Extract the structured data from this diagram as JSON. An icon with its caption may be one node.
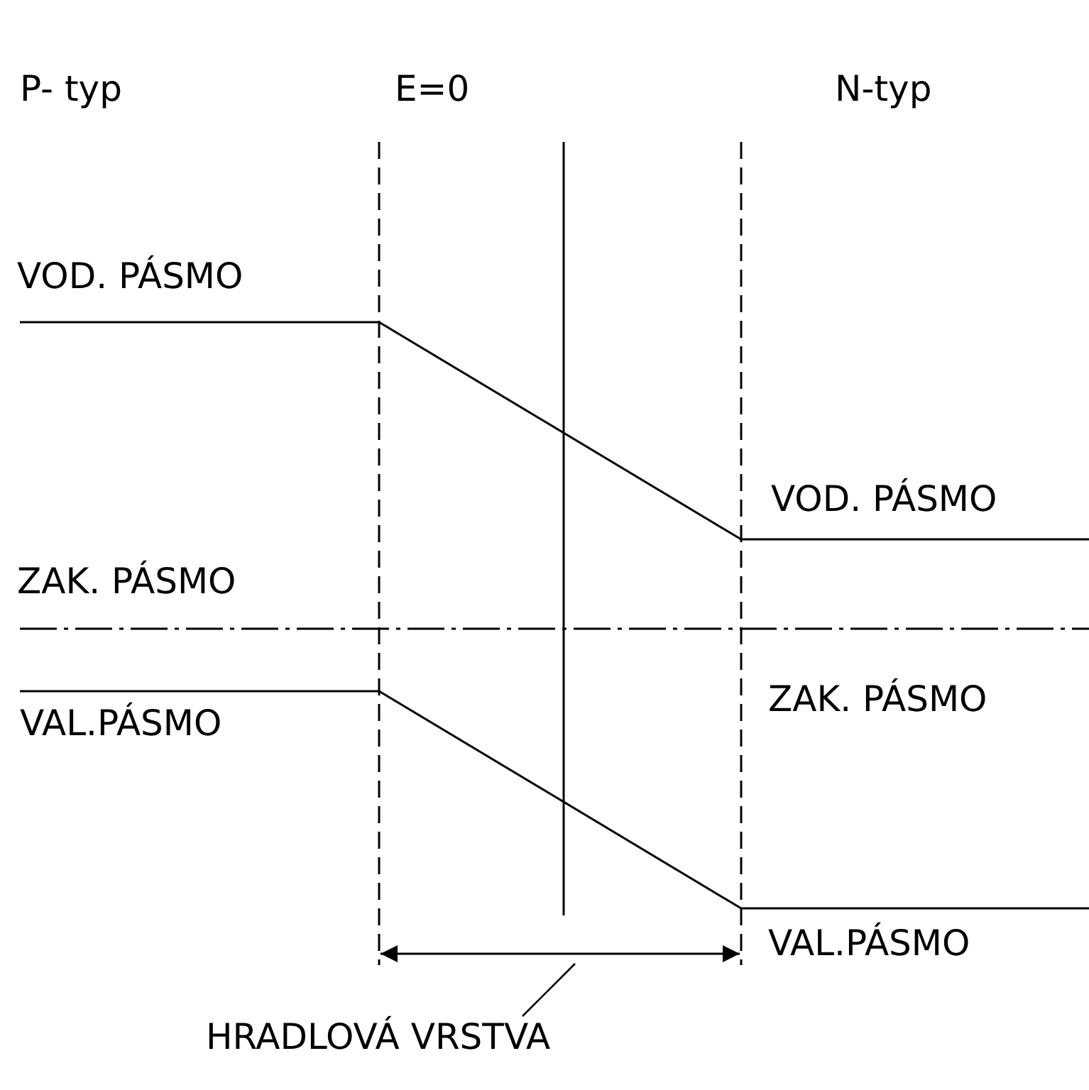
{
  "diagram": {
    "nodes": [
      {
        "text": [
          "HRADLOVÁ VRSTVA"
        ]
      },
      {
        "text": [],
        "shape": "arrow"
      }
    ],
    "edges": [
      {
        "from": 0,
        "to": 1,
        "arrow": "none"
      }
    ],
    "labels": [
      "P- typ",
      "E=0",
      "N-typ",
      "VOD. PÁSMO",
      "VOD. PÁSMO",
      "ZAK. PÁSMO",
      "VAL.PÁSMO",
      "ZAK. PÁSMO",
      "VAL.PÁSMO"
    ]
  }
}
